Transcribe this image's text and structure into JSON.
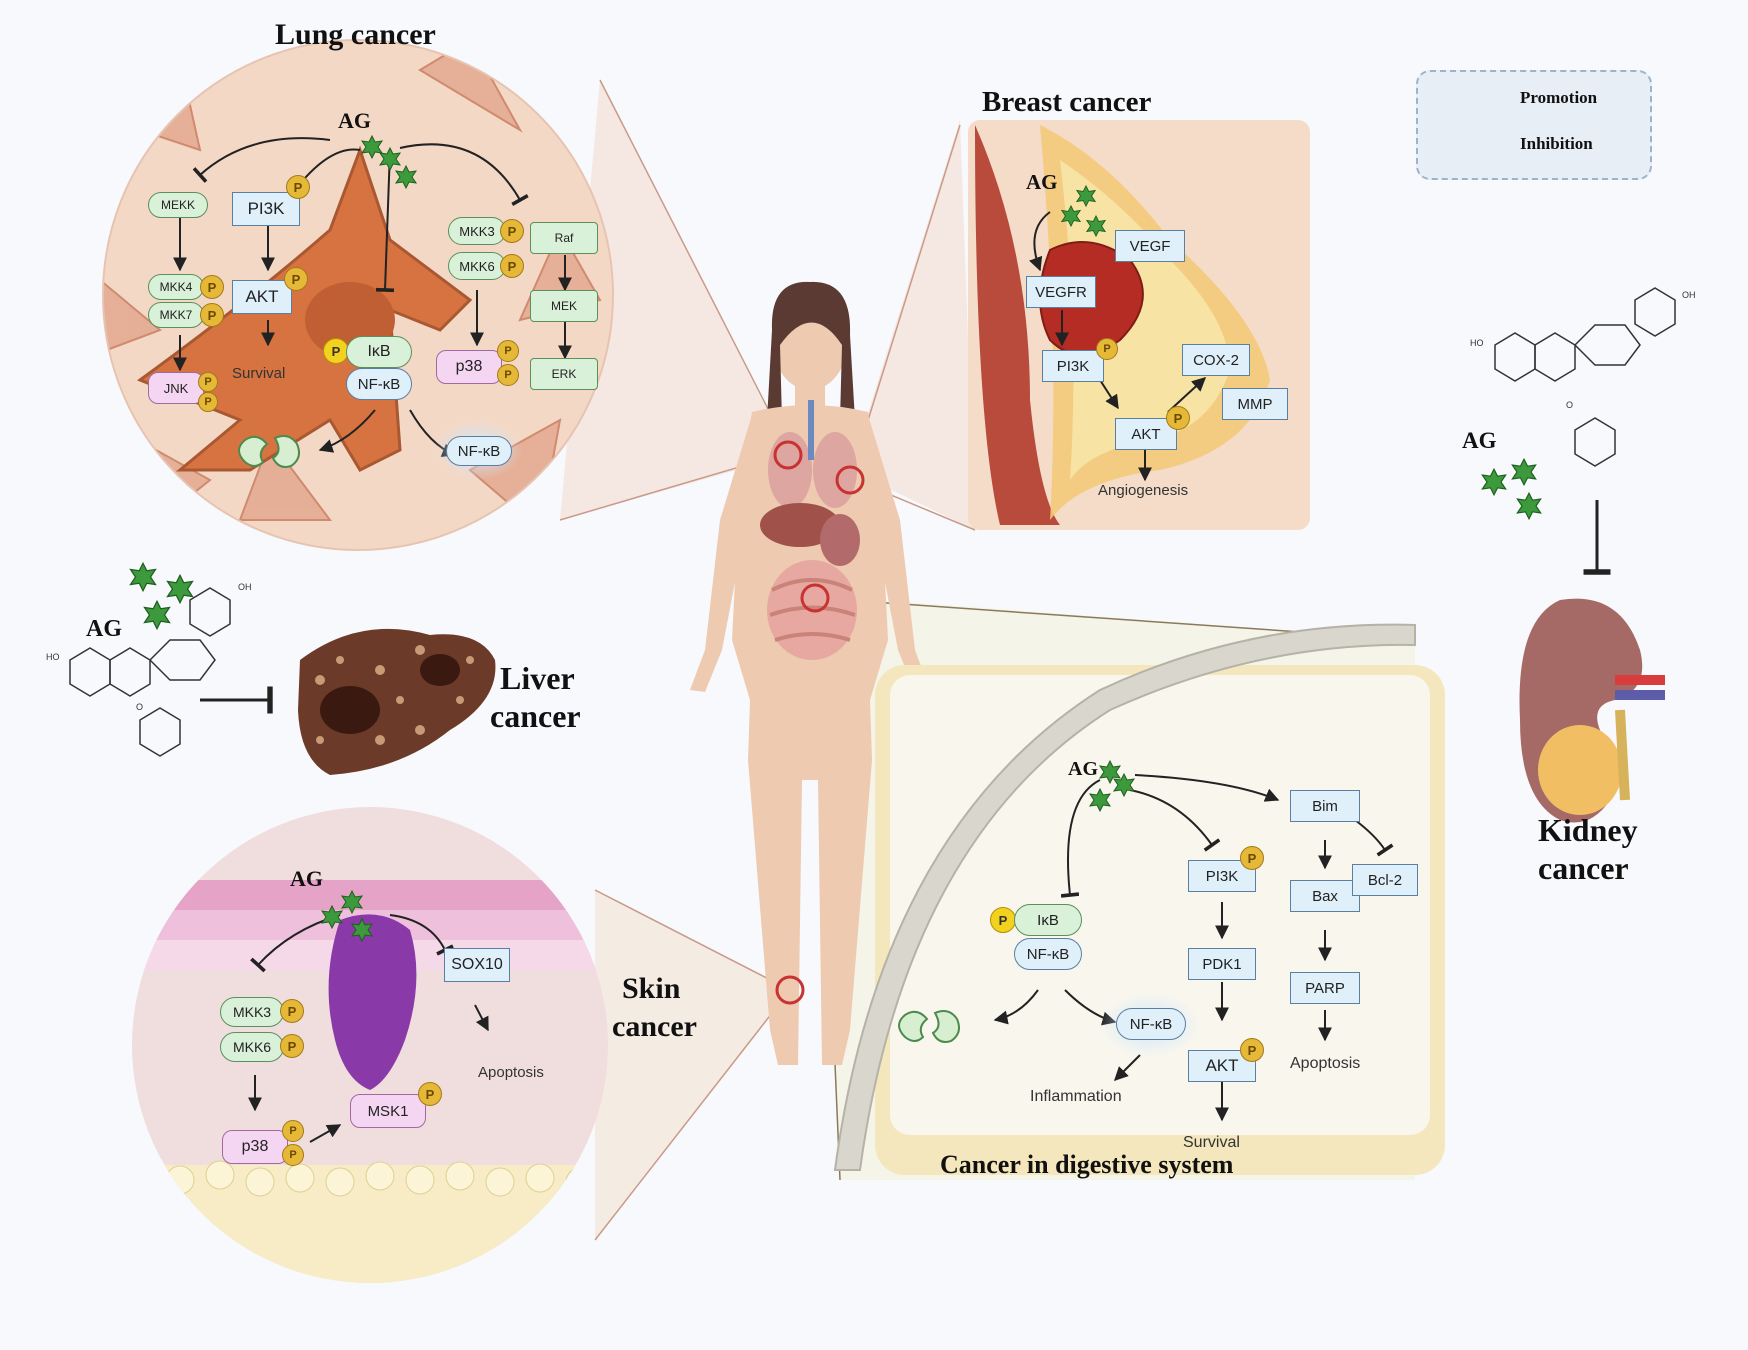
{
  "legend": {
    "promotion": "Promotion",
    "inhibition": "Inhibition"
  },
  "agent": "AG",
  "colors": {
    "star": "#3c9a3c",
    "lung_cell": "#d2622a",
    "box_fill": "#dff0fa",
    "phospho": "#e6b838",
    "panel_cream": "#f6efd8",
    "panel_peach": "#f4dcc8"
  },
  "lung": {
    "title": "Lung cancer",
    "mekk": "MEKK",
    "mkk4": "MKK4",
    "mkk7": "MKK7",
    "jnk": "JNK",
    "pi3k": "PI3K",
    "akt": "AKT",
    "survival": "Survival",
    "ikb": "IκB",
    "nfkb": "NF-κB",
    "nfkb_nuclear": "NF-κB",
    "mkk3": "MKK3",
    "mkk6": "MKK6",
    "p38": "p38",
    "raf": "Raf",
    "mek": "MEK",
    "erk": "ERK",
    "p": "P"
  },
  "breast": {
    "title": "Breast cancer",
    "vegf": "VEGF",
    "vegfr": "VEGFR",
    "pi3k": "PI3K",
    "cox2": "COX-2",
    "mmp": "MMP",
    "akt": "AKT",
    "angiogenesis": "Angiogenesis"
  },
  "liver": {
    "title_line1": "Liver",
    "title_line2": "cancer"
  },
  "kidney": {
    "title_line1": "Kidney",
    "title_line2": "cancer"
  },
  "skin": {
    "title_line1": "Skin",
    "title_line2": "cancer",
    "mkk3": "MKK3",
    "mkk6": "MKK6",
    "p38": "p38",
    "msk1": "MSK1",
    "sox10": "SOX10",
    "apoptosis": "Apoptosis"
  },
  "digestive": {
    "title": "Cancer in digestive system",
    "ikb": "IκB",
    "nfkb": "NF-κB",
    "nfkb_nuclear": "NF-κB",
    "inflammation": "Inflammation",
    "pi3k": "PI3K",
    "pdk1": "PDK1",
    "akt": "AKT",
    "survival": "Survival",
    "bim": "Bim",
    "bax": "Bax",
    "bcl2": "Bcl-2",
    "parp": "PARP",
    "apoptosis": "Apoptosis"
  },
  "structure_labels": {
    "oh": "OH",
    "ho": "HO",
    "o": "O"
  }
}
